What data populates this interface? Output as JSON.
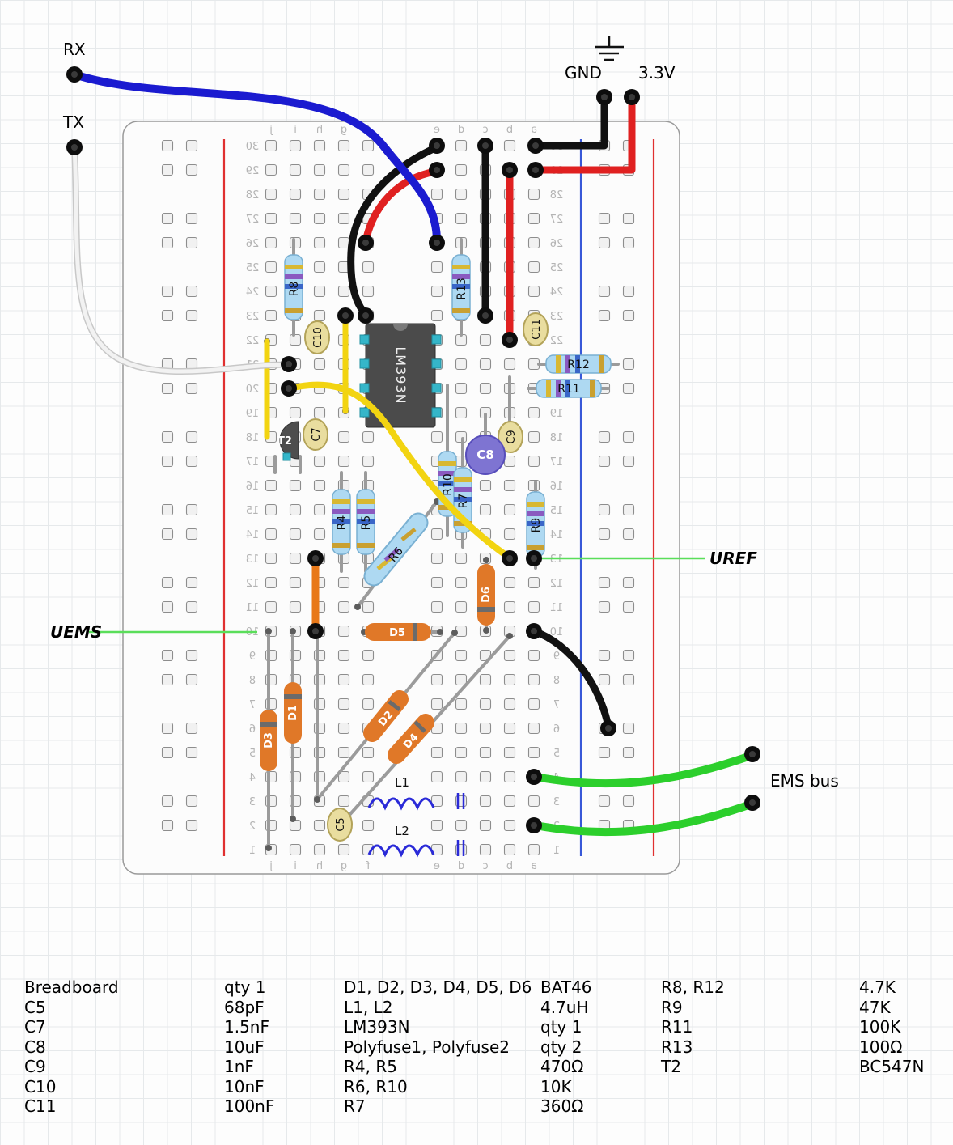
{
  "labels": {
    "rx": "RX",
    "tx": "TX",
    "gnd": "GND",
    "v33": "3.3V",
    "uref": "UREF",
    "uems": "UEMS",
    "ems_bus": "EMS bus"
  },
  "components": {
    "ic1": "LM393N",
    "t2": "T2",
    "r4": "R4",
    "r5": "R5",
    "r6": "R6",
    "r7": "R7",
    "r8": "R8",
    "r9": "R9",
    "r10": "R10",
    "r11": "R11",
    "r12": "R12",
    "r13": "R13",
    "c5": "C5",
    "c7": "C7",
    "c8": "C8",
    "c9": "C9",
    "c10": "C10",
    "c11": "C11",
    "d1": "D1",
    "d2": "D2",
    "d3": "D3",
    "d4": "D4",
    "d5": "D5",
    "d6": "D6",
    "l1": "L1",
    "l2": "L2"
  },
  "breadboard": {
    "rows": 30,
    "column_letters": [
      "j",
      "i",
      "h",
      "g",
      "f",
      "e",
      "d",
      "c",
      "b",
      "a"
    ]
  },
  "bom": {
    "rows": [
      [
        "Breadboard",
        "qty 1",
        "D1, D2, D3, D4, D5, D6",
        "BAT46",
        "R8, R12",
        "4.7K"
      ],
      [
        "C5",
        "68pF",
        "L1, L2",
        "4.7uH",
        "R9",
        "47K"
      ],
      [
        "C7",
        "1.5nF",
        "LM393N",
        "qty 1",
        "R11",
        "100K"
      ],
      [
        "C8",
        "10uF",
        "Polyfuse1, Polyfuse2",
        "qty 2",
        "R13",
        "100Ω"
      ],
      [
        "C9",
        "1nF",
        "R4, R5",
        "470Ω",
        "T2",
        "BC547N"
      ],
      [
        "C10",
        "10nF",
        "R6, R10",
        "10K",
        "",
        ""
      ],
      [
        "C11",
        "100nF",
        "R7",
        "360Ω",
        "",
        ""
      ]
    ]
  }
}
